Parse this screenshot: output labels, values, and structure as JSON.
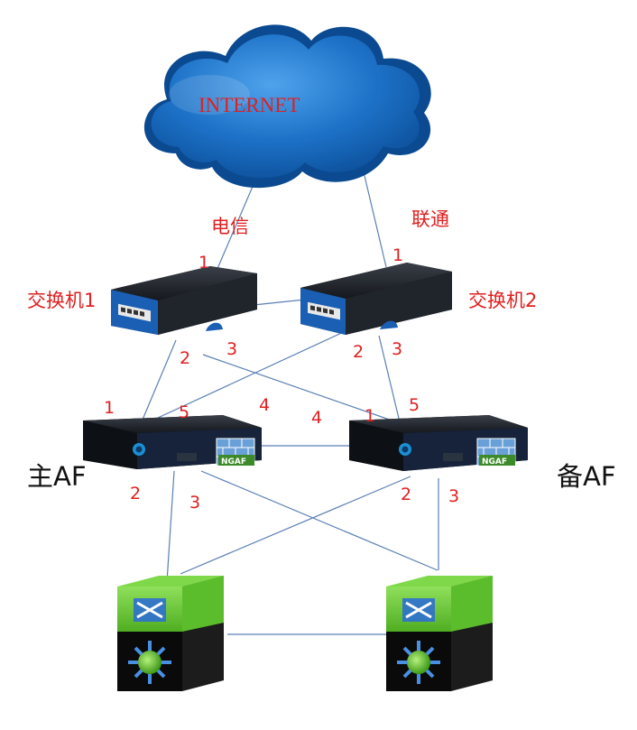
{
  "cloud": {
    "label": "INTERNET"
  },
  "uplinks": {
    "telecom": "电信",
    "unicom": "联通"
  },
  "switches": {
    "sw1": "交换机1",
    "sw2": "交换机2"
  },
  "firewalls": {
    "primary": "主AF",
    "backup": "备AF",
    "badge": "NGAF"
  },
  "ports": {
    "sw1_up": "1",
    "sw2_up": "1",
    "sw1_p2": "2",
    "sw1_p3": "3",
    "sw2_p2": "2",
    "sw2_p3": "3",
    "afm_p1": "1",
    "afm_p5": "5",
    "afm_p4": "4",
    "afm_p2": "2",
    "afm_p3": "3",
    "afb_p4": "4",
    "afb_p1": "1",
    "afb_p5": "5",
    "afb_p2": "2",
    "afb_p3": "3"
  },
  "colors": {
    "cloud": "#1565c0",
    "link": "#5b7fb4",
    "label": "#e02020",
    "core_switch_top": "#6fce3a",
    "core_switch_body": "#111111"
  },
  "icons": [
    "cloud-icon",
    "switch-icon",
    "firewall-icon",
    "core-switch-icon"
  ]
}
